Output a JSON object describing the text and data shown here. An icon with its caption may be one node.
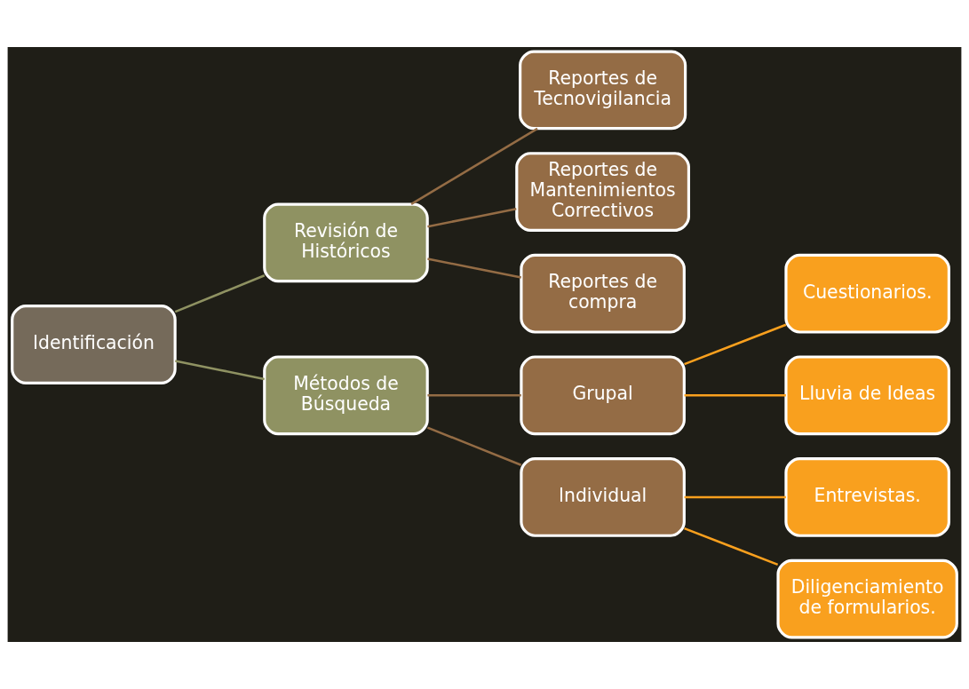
{
  "diagram": {
    "nodes": [
      {
        "text": [
          "Identificación"
        ]
      },
      {
        "text": [
          "Revisión de Históricos"
        ]
      },
      {
        "text": [
          "Métodos de Búsqueda"
        ]
      },
      {
        "text": [
          "Reportes de Tecnovigilancia"
        ]
      },
      {
        "text": [
          "Reportes de Mantenimientos Correctivos"
        ]
      },
      {
        "text": [
          "Reportes de compra"
        ]
      },
      {
        "text": [
          "Grupal"
        ]
      },
      {
        "text": [
          "Individual"
        ]
      },
      {
        "text": [
          "Cuestionarios."
        ]
      },
      {
        "text": [
          "Lluvia de Ideas"
        ]
      },
      {
        "text": [
          "Entrevistas."
        ]
      },
      {
        "text": [
          "Diligenciamiento de formularios."
        ]
      }
    ],
    "edges": [
      {
        "from": 0,
        "to": 1,
        "arrow": "none",
        "color": "#8f9262"
      },
      {
        "from": 0,
        "to": 2,
        "arrow": "none",
        "color": "#8f9262"
      },
      {
        "from": 1,
        "to": 3,
        "arrow": "none",
        "color": "#946c45"
      },
      {
        "from": 1,
        "to": 4,
        "arrow": "none",
        "color": "#946c45"
      },
      {
        "from": 1,
        "to": 5,
        "arrow": "none",
        "color": "#946c45"
      },
      {
        "from": 2,
        "to": 6,
        "arrow": "none",
        "color": "#946c45"
      },
      {
        "from": 2,
        "to": 7,
        "arrow": "none",
        "color": "#946c45"
      },
      {
        "from": 6,
        "to": 8,
        "arrow": "none",
        "color": "#f9a01e"
      },
      {
        "from": 6,
        "to": 9,
        "arrow": "none",
        "color": "#f9a01e"
      },
      {
        "from": 7,
        "to": 10,
        "arrow": "none",
        "color": "#f9a01e"
      },
      {
        "from": 7,
        "to": 11,
        "arrow": "none",
        "color": "#f9a01e"
      }
    ]
  }
}
